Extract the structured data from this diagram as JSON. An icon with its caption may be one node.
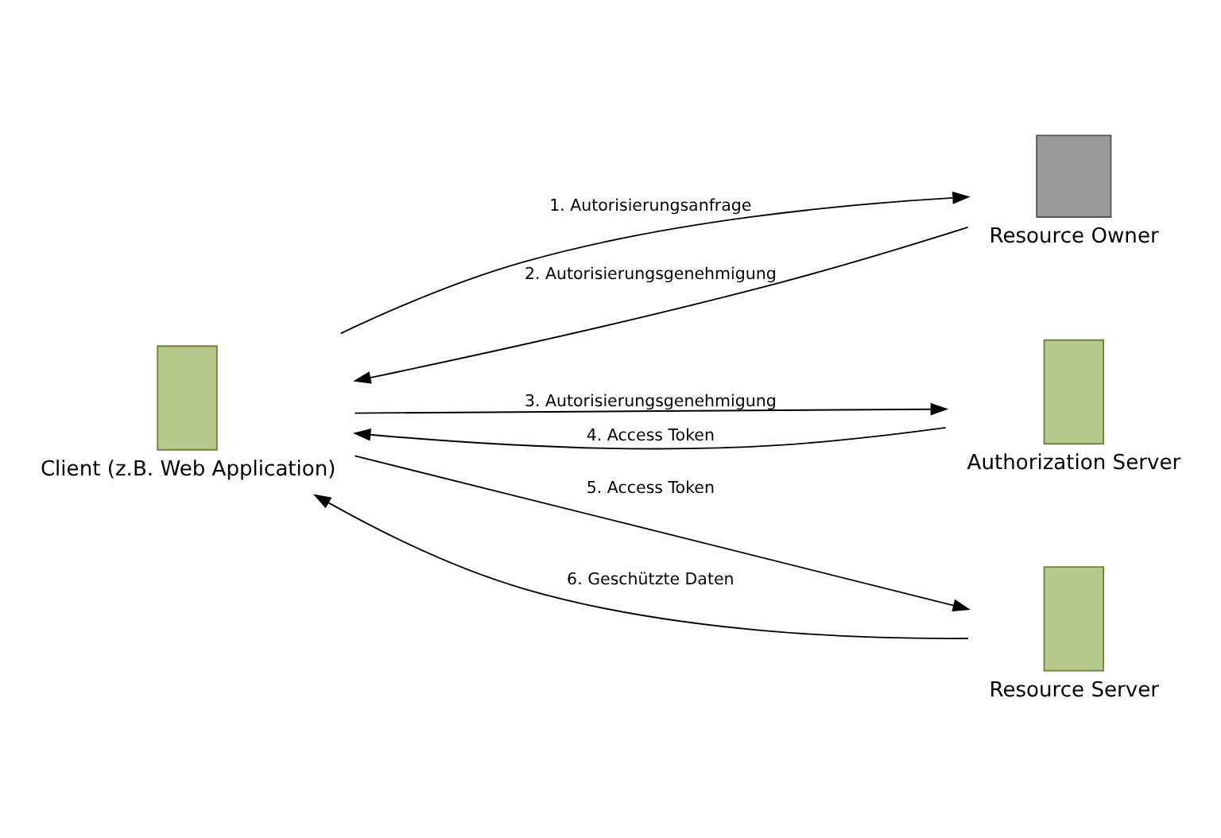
{
  "diagram": {
    "nodes": [
      {
        "text": [
          "Client (z.B. Web Application)"
        ]
      },
      {
        "text": [
          "Resource Owner"
        ]
      },
      {
        "text": [
          "Authorization Server"
        ]
      },
      {
        "text": [
          "Resource Server"
        ]
      }
    ],
    "edges": [
      {
        "from": 0,
        "to": 1,
        "arrow": "to",
        "label": "1. Autorisierungsanfrage"
      },
      {
        "from": 1,
        "to": 0,
        "arrow": "to",
        "label": "2. Autorisierungsgenehmigung"
      },
      {
        "from": 0,
        "to": 2,
        "arrow": "to",
        "label": "3. Autorisierungsgenehmigung"
      },
      {
        "from": 2,
        "to": 0,
        "arrow": "to",
        "label": "4. Access Token"
      },
      {
        "from": 0,
        "to": 3,
        "arrow": "to",
        "label": "5. Access Token"
      },
      {
        "from": 3,
        "to": 0,
        "arrow": "to",
        "label": "6. Geschützte Daten"
      }
    ]
  }
}
